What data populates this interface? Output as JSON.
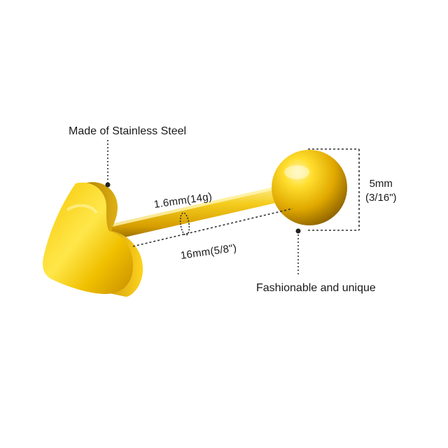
{
  "labels": {
    "material": "Made of Stainless Steel",
    "gauge": "1.6mm(14g)",
    "length": "16mm(5/8\")",
    "ball_size_mm": "5mm",
    "ball_size_in": "(3/16\")",
    "style": "Fashionable and unique"
  },
  "colors": {
    "gold": "#e3b10c",
    "gold_light": "#ffe65a",
    "gold_dark": "#9a6e00",
    "guide_line": "#333333"
  },
  "icons": {
    "heart": "heart-end-icon",
    "ball": "ball-end-icon",
    "bar": "barbell-shaft"
  }
}
